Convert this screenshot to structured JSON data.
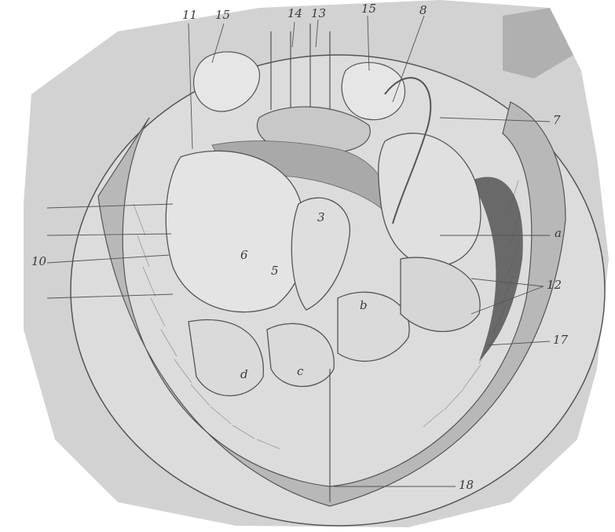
{
  "colors": {
    "paper": "#cfcfcf",
    "paper_light": "#e2e2e2",
    "ink": "#4a4a4a",
    "shade": "#8a8a8a",
    "dark_shade": "#5a5a5a"
  },
  "labels": {
    "n11": "11",
    "n15_left": "15",
    "n14": "14",
    "n13": "13",
    "n15_right": "15",
    "n8": "8",
    "n7": "7",
    "a": "a",
    "n12": "12",
    "n17": "17",
    "n18": "18",
    "n10": "10",
    "n6": "6",
    "n5": "5",
    "n3": "3",
    "b": "b",
    "c": "c",
    "d": "d"
  }
}
